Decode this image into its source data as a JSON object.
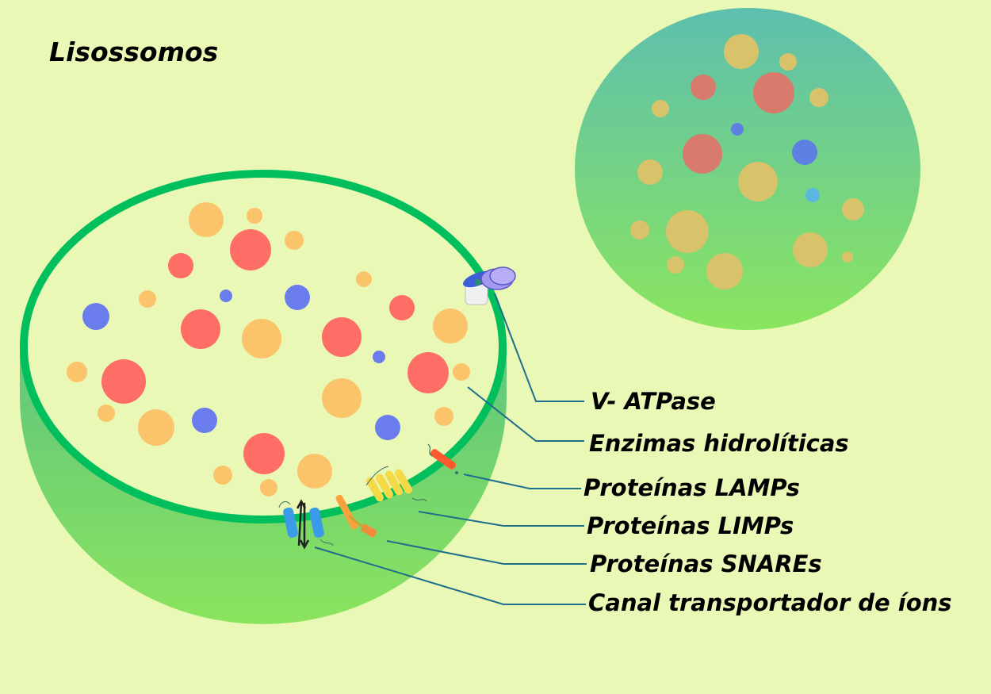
{
  "title": "Lisossomos",
  "labels": {
    "v_atpase": "V- ATPase",
    "enzimas": "Enzimas hidrolíticas",
    "lamps": "Proteínas LAMPs",
    "limps": "Proteínas LIMPs",
    "snares": "Proteínas SNAREs",
    "canal": "Canal transportador de íons"
  },
  "colors": {
    "background": "#e9f8b5",
    "membrane": "#00bf5c",
    "enzyme_red": "#ff6e66",
    "enzyme_orange": "#fbc36a",
    "enzyme_blue": "#6b7ded",
    "leader_line": "#1f6e8c"
  }
}
